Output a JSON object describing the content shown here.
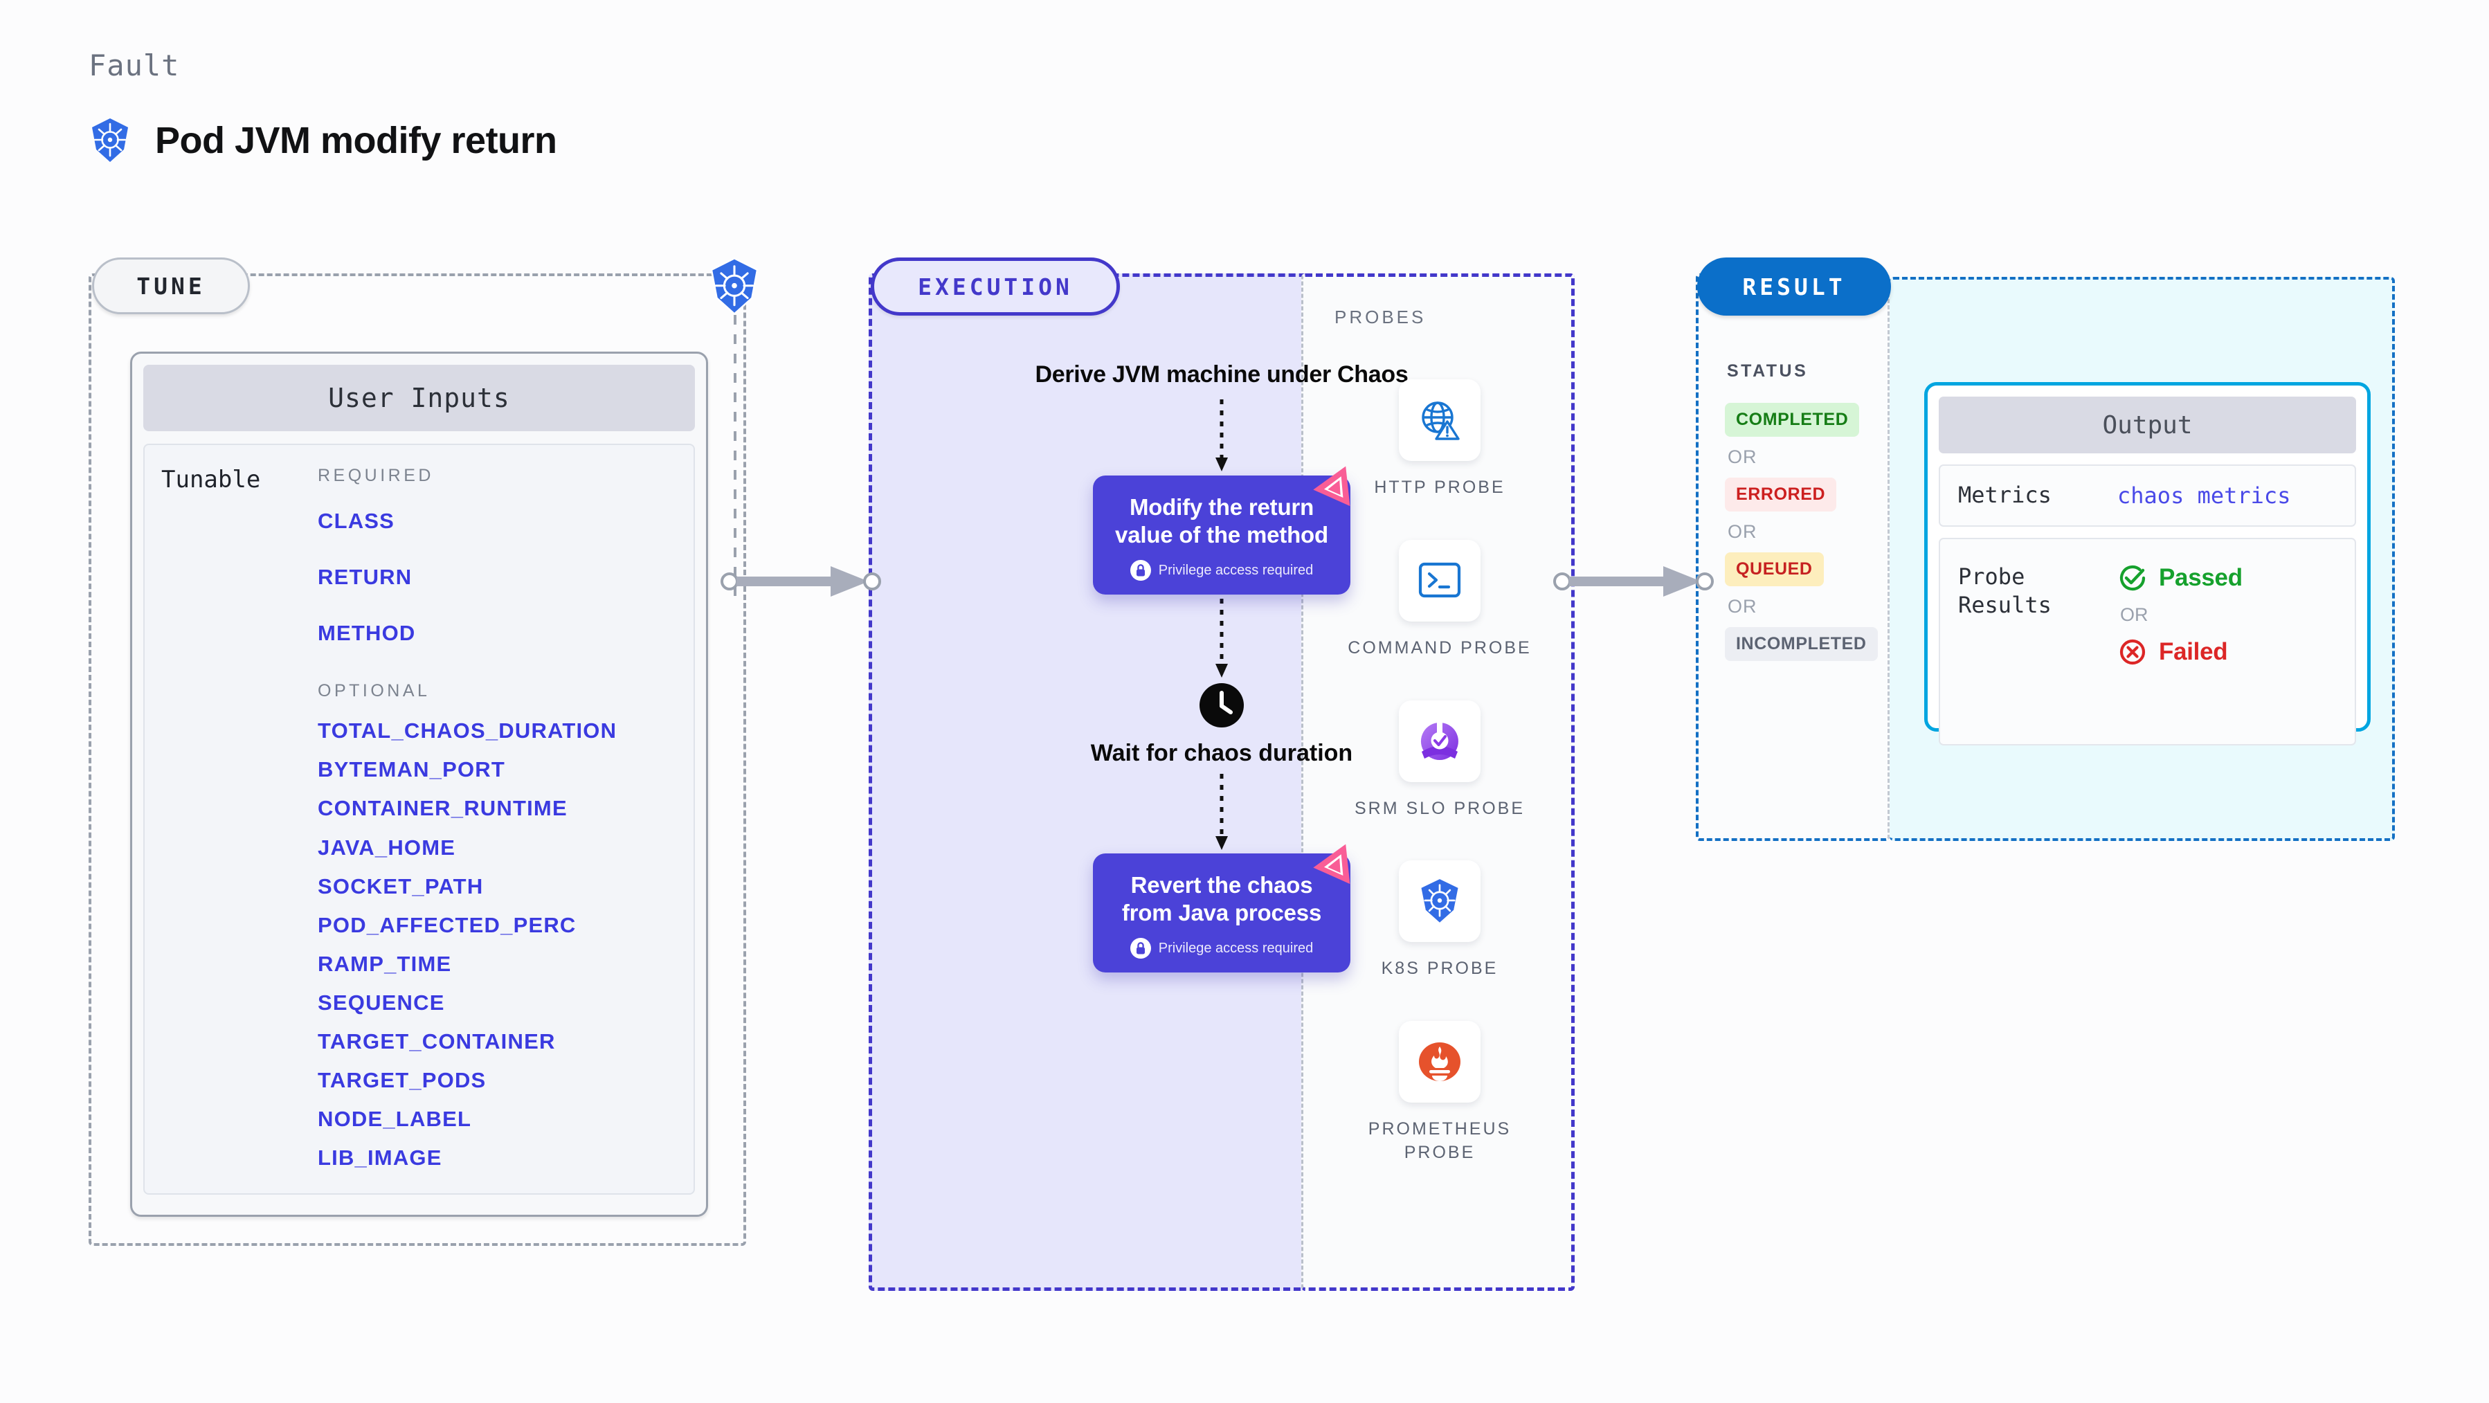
{
  "header": {
    "kicker": "Fault",
    "title": "Pod JVM modify return",
    "logo_icon": "kubernetes-logo-icon"
  },
  "stages": {
    "tune": "TUNE",
    "execution": "EXECUTION",
    "result": "RESULT"
  },
  "tune": {
    "panel_title": "User Inputs",
    "tunable_label": "Tunable",
    "required_label": "REQUIRED",
    "optional_label": "OPTIONAL",
    "required_params": [
      "CLASS",
      "RETURN",
      "METHOD"
    ],
    "optional_params": [
      "TOTAL_CHAOS_DURATION",
      "BYTEMAN_PORT",
      "CONTAINER_RUNTIME",
      "JAVA_HOME",
      "SOCKET_PATH",
      "POD_AFFECTED_PERC",
      "RAMP_TIME",
      "SEQUENCE",
      "TARGET_CONTAINER",
      "TARGET_PODS",
      "NODE_LABEL",
      "LIB_IMAGE"
    ]
  },
  "execution": {
    "derive_step": "Derive JVM machine under Chaos",
    "modify_step": "Modify the return value of the method",
    "wait_step": "Wait for chaos duration",
    "revert_step": "Revert the chaos from Java process",
    "privilege_note": "Privilege access required",
    "clock_icon": "clock-icon",
    "lock_icon": "lock-icon",
    "corner_badge_icon": "litmus-badge-icon"
  },
  "probes": {
    "section_label": "PROBES",
    "items": [
      {
        "name": "HTTP PROBE",
        "icon": "globe-warning-icon"
      },
      {
        "name": "COMMAND PROBE",
        "icon": "terminal-icon"
      },
      {
        "name": "SRM SLO PROBE",
        "icon": "srm-slo-icon"
      },
      {
        "name": "K8S PROBE",
        "icon": "kubernetes-icon"
      },
      {
        "name": "PROMETHEUS PROBE",
        "icon": "prometheus-icon"
      }
    ]
  },
  "result": {
    "status_label": "STATUS",
    "or_label": "OR",
    "statuses": [
      {
        "label": "COMPLETED",
        "bg": "#d6f5d6",
        "fg": "#167d16"
      },
      {
        "label": "ERRORED",
        "bg": "#fdeaea",
        "fg": "#cc1f1f"
      },
      {
        "label": "QUEUED",
        "bg": "#fdeebd",
        "fg": "#c62121"
      },
      {
        "label": "INCOMPLETED",
        "bg": "#eceef3",
        "fg": "#5c6372"
      }
    ],
    "output": {
      "panel_title": "Output",
      "metrics_key": "Metrics",
      "metrics_value": "chaos metrics",
      "probe_results_key": "Probe Results",
      "passed_label": "Passed",
      "failed_label": "Failed",
      "or_label": "OR",
      "pass_icon": "check-circle-icon",
      "fail_icon": "x-circle-icon"
    }
  },
  "colors": {
    "accent_purple": "#4b42d8",
    "accent_blue": "#0b6fc9",
    "accent_cyan": "#00a5e0",
    "param_blue": "#3a3ae0",
    "pink": "#f95d96"
  }
}
